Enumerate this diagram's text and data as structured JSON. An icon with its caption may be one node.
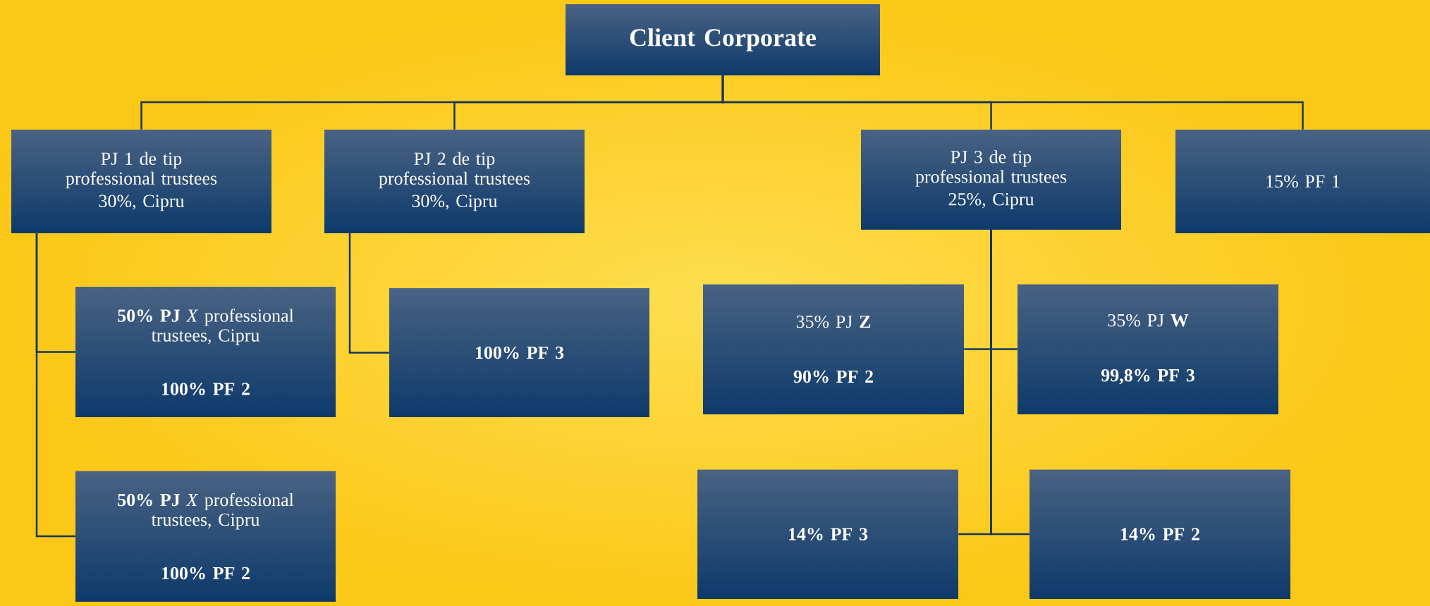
{
  "diagram": {
    "nodes": [
      {
        "text": [
          "Client Corporate"
        ]
      },
      {
        "text": [
          "PJ 1 de tip professional trustees",
          "30%, Cipru"
        ]
      },
      {
        "text": [
          "PJ 2 de tip professional trustees",
          "30%, Cipru"
        ]
      },
      {
        "text": [
          "PJ 3 de tip professional trustees",
          "25%, Cipru"
        ]
      },
      {
        "text": [
          "15% PF 1"
        ]
      },
      {
        "text": [
          "**50% PJ** *X* professional trustees, Cipru",
          "100% PF 2"
        ]
      },
      {
        "text": [
          "**50% PJ** *X* professional trustees, Cipru",
          "100% PF 2"
        ]
      },
      {
        "text": [
          "100% PF 3"
        ]
      },
      {
        "text": [
          "35% PJ **Z**",
          "90% PF 2"
        ]
      },
      {
        "text": [
          "35% PJ **W**",
          "99,8% PF 3"
        ]
      },
      {
        "text": [
          "14% PF 3"
        ]
      },
      {
        "text": [
          "14% PF 2"
        ]
      }
    ],
    "edges": [
      {
        "from": 0,
        "to": 1,
        "arrow": "none"
      },
      {
        "from": 0,
        "to": 2,
        "arrow": "none"
      },
      {
        "from": 0,
        "to": 3,
        "arrow": "none"
      },
      {
        "from": 0,
        "to": 4,
        "arrow": "none"
      },
      {
        "from": 1,
        "to": 5,
        "arrow": "none"
      },
      {
        "from": 1,
        "to": 6,
        "arrow": "none"
      },
      {
        "from": 2,
        "to": 7,
        "arrow": "none"
      },
      {
        "from": 3,
        "to": 8,
        "arrow": "none"
      },
      {
        "from": 3,
        "to": 9,
        "arrow": "none"
      },
      {
        "from": 3,
        "to": 10,
        "arrow": "none"
      },
      {
        "from": 3,
        "to": 11,
        "arrow": "none"
      }
    ]
  }
}
